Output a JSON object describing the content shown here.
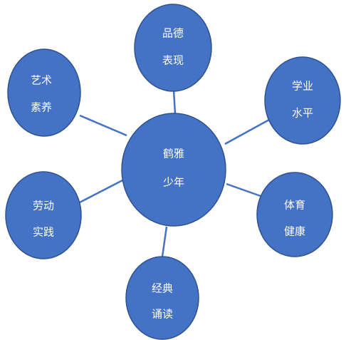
{
  "diagram": {
    "center": {
      "line1": "鹤雅",
      "line2": "少年"
    },
    "nodes": {
      "moral": {
        "line1": "品德",
        "line2": "表现"
      },
      "study": {
        "line1": "学业",
        "line2": "水平"
      },
      "health": {
        "line1": "体育",
        "line2": "健康"
      },
      "reading": {
        "line1": "经典",
        "line2": "诵读"
      },
      "labor": {
        "line1": "劳动",
        "line2": "实践"
      },
      "art": {
        "line1": "艺术",
        "line2": "素养"
      }
    },
    "colors": {
      "fill": "#4472C4",
      "stroke": "#2F528F",
      "text": "#FFFFFF"
    }
  }
}
